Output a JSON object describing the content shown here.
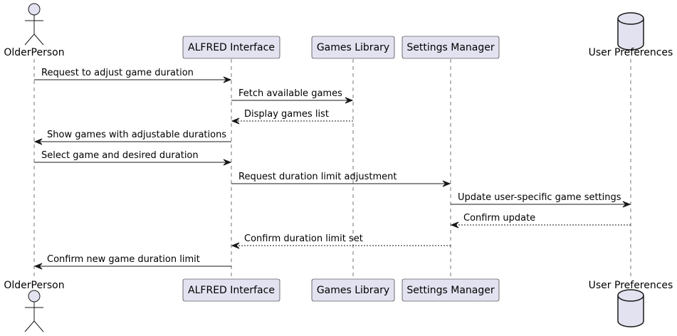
{
  "participants": [
    {
      "id": "older",
      "kind": "actor",
      "label": "OlderPerson"
    },
    {
      "id": "alfred",
      "kind": "participant",
      "label": "ALFRED Interface"
    },
    {
      "id": "games",
      "kind": "participant",
      "label": "Games Library"
    },
    {
      "id": "settings",
      "kind": "participant",
      "label": "Settings Manager"
    },
    {
      "id": "prefs",
      "kind": "database",
      "label": "User Preferences"
    }
  ],
  "messages": [
    {
      "from": "older",
      "to": "alfred",
      "label": "Request to adjust game duration",
      "style": "solid"
    },
    {
      "from": "alfred",
      "to": "games",
      "label": "Fetch available games",
      "style": "solid"
    },
    {
      "from": "games",
      "to": "alfred",
      "label": "Display games list",
      "style": "dashed"
    },
    {
      "from": "alfred",
      "to": "older",
      "label": "Show games with adjustable durations",
      "style": "solid"
    },
    {
      "from": "older",
      "to": "alfred",
      "label": "Select game and desired duration",
      "style": "solid"
    },
    {
      "from": "alfred",
      "to": "settings",
      "label": "Request duration limit adjustment",
      "style": "solid"
    },
    {
      "from": "settings",
      "to": "prefs",
      "label": "Update user-specific game settings",
      "style": "solid"
    },
    {
      "from": "prefs",
      "to": "settings",
      "label": "Confirm update",
      "style": "dashed"
    },
    {
      "from": "settings",
      "to": "alfred",
      "label": "Confirm duration limit set",
      "style": "dashed"
    },
    {
      "from": "alfred",
      "to": "older",
      "label": "Confirm new game duration limit",
      "style": "solid"
    }
  ]
}
